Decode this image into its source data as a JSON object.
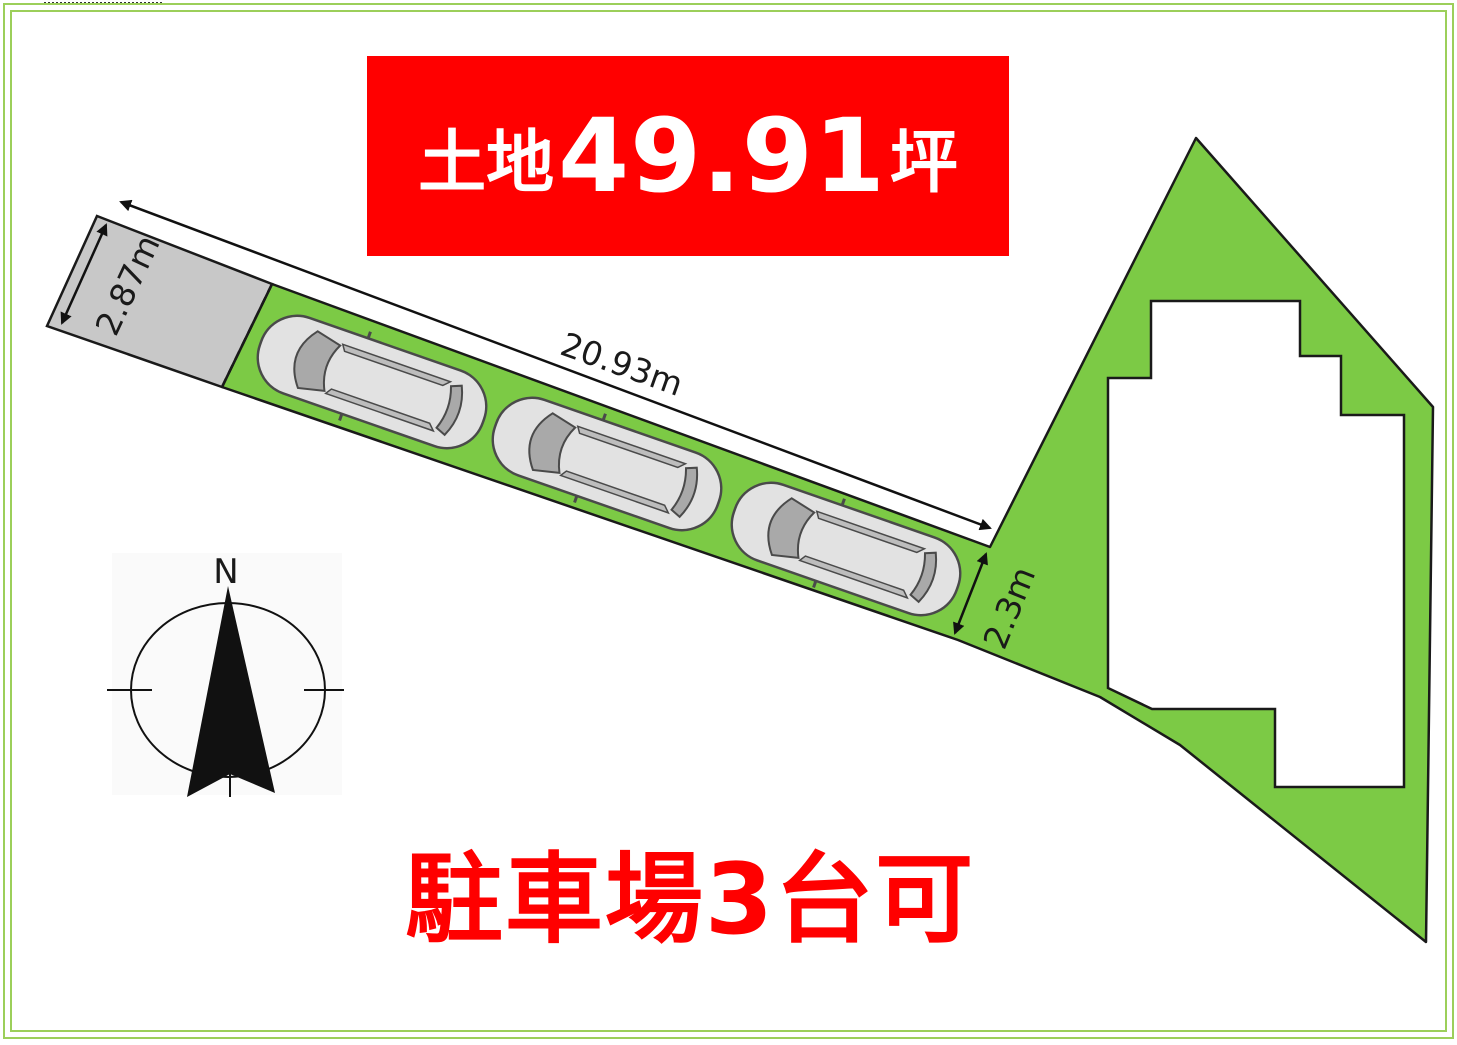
{
  "banner": {
    "prefix": "土地",
    "value": "49.91",
    "unit": "坪",
    "background_color": "#ff0000",
    "text_color": "#ffffff"
  },
  "dimensions": {
    "width_left": "2.87m",
    "length": "20.93m",
    "width_right": "2.3m"
  },
  "compass": {
    "north_label": "N"
  },
  "parking_note": "駐車場3台可",
  "colors": {
    "lot_fill": "#7cca45",
    "road_area_fill": "#c8c8c8",
    "building_fill": "#ffffff",
    "frame": "#9ccf5a",
    "note": "#ff0000"
  },
  "icons": [
    "car-icon",
    "car-icon",
    "car-icon",
    "north-arrow-icon"
  ]
}
